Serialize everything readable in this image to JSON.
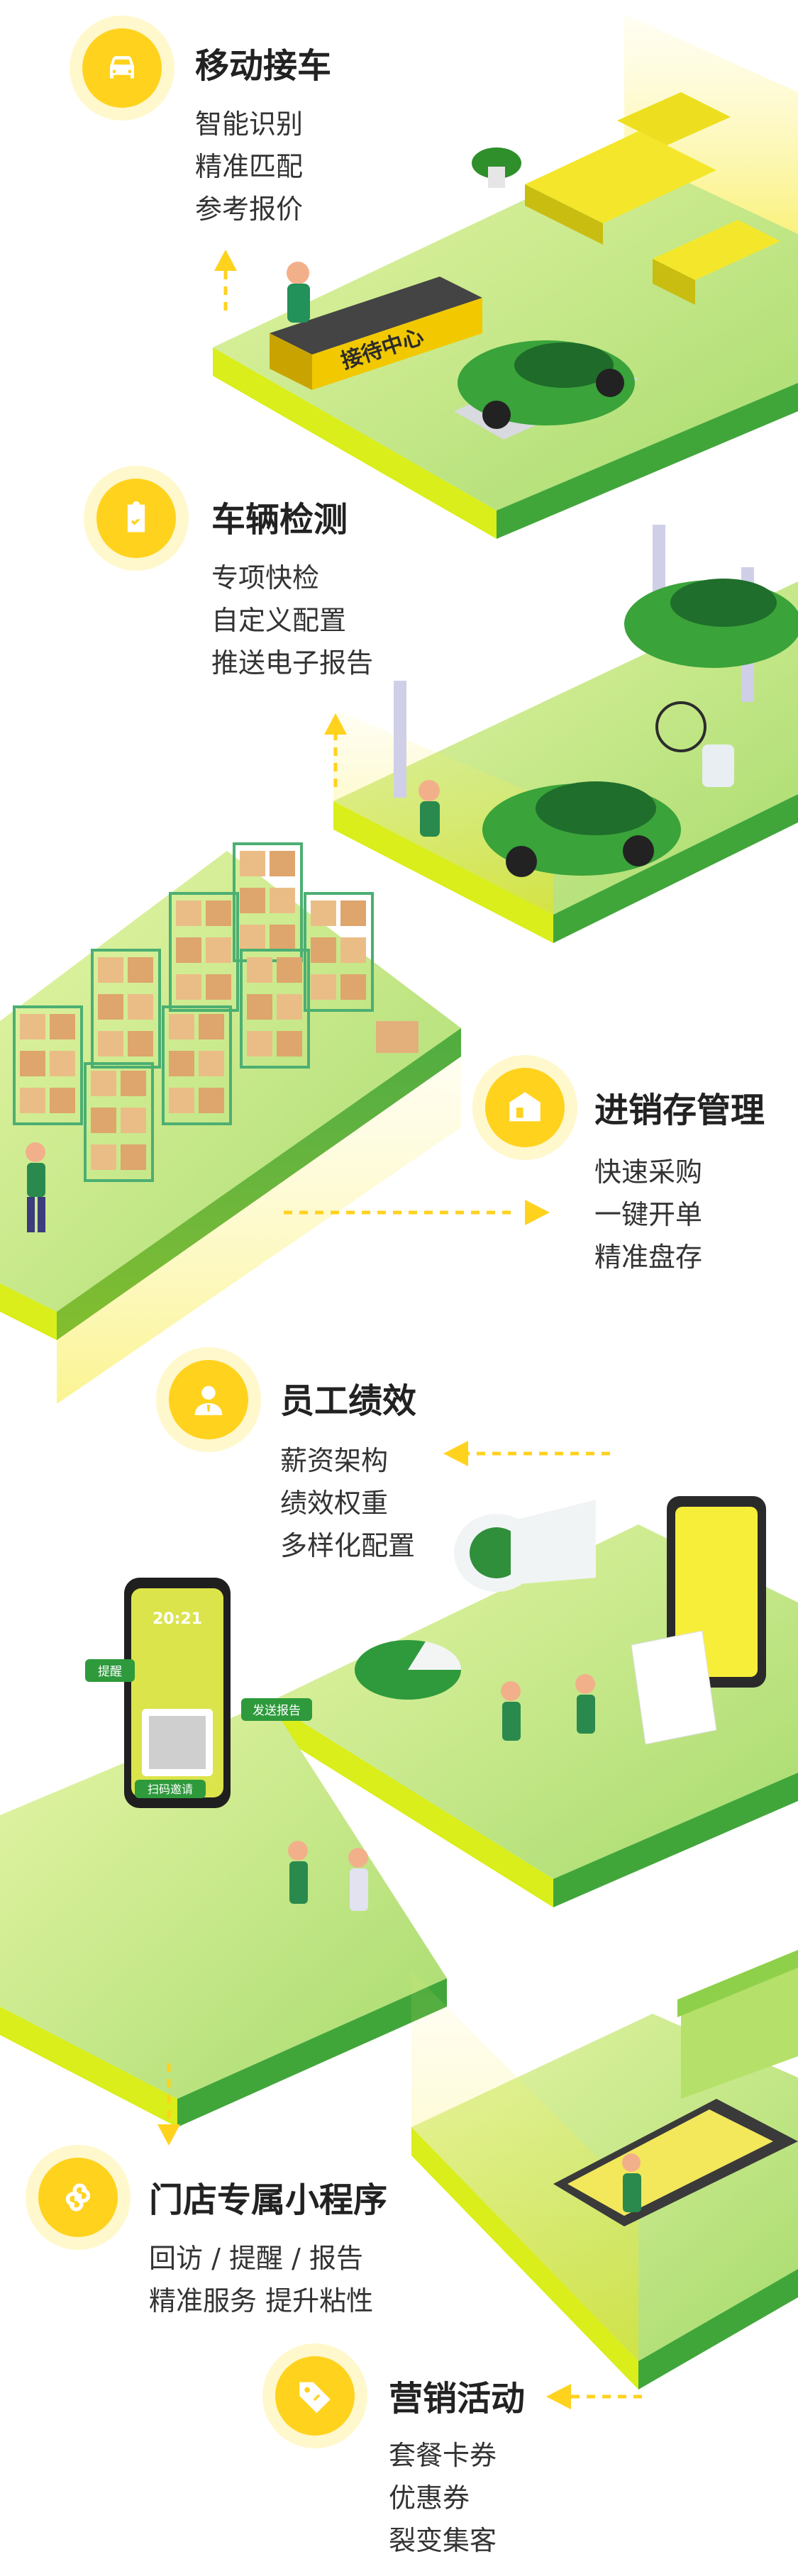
{
  "colors": {
    "accent": "#ffd21e",
    "green": "#2e9a3c",
    "lime": "#c9e84a",
    "text": "#222222"
  },
  "features": [
    {
      "id": "mobile-reception",
      "icon": "car-icon",
      "title": "移动接车",
      "items": [
        "智能识别",
        "精准匹配",
        "参考报价"
      ]
    },
    {
      "id": "vehicle-inspection",
      "icon": "clipboard-icon",
      "title": "车辆检测",
      "items": [
        "专项快检",
        "自定义配置",
        "推送电子报告"
      ]
    },
    {
      "id": "inventory",
      "icon": "warehouse-icon",
      "title": "进销存管理",
      "items": [
        "快速采购",
        "一键开单",
        "精准盘存"
      ]
    },
    {
      "id": "staff-performance",
      "icon": "employee-icon",
      "title": "员工绩效",
      "items": [
        "薪资架构",
        "绩效权重",
        "多样化配置"
      ]
    },
    {
      "id": "mini-program",
      "icon": "mini-program-icon",
      "title": "门店专属小程序",
      "items": [
        "回访 / 提醒 / 报告",
        "精准服务  提升粘性"
      ]
    },
    {
      "id": "marketing",
      "icon": "tag-icon",
      "title": "营销活动",
      "items": [
        "套餐卡券",
        "优惠券",
        "裂变集客"
      ]
    }
  ],
  "illustration": {
    "reception_sign": "接待中心",
    "phone_time": "20:21",
    "reminder_badge": "提醒",
    "send_report_badge": "发送报告",
    "scan_badge": "扫码邀请"
  }
}
